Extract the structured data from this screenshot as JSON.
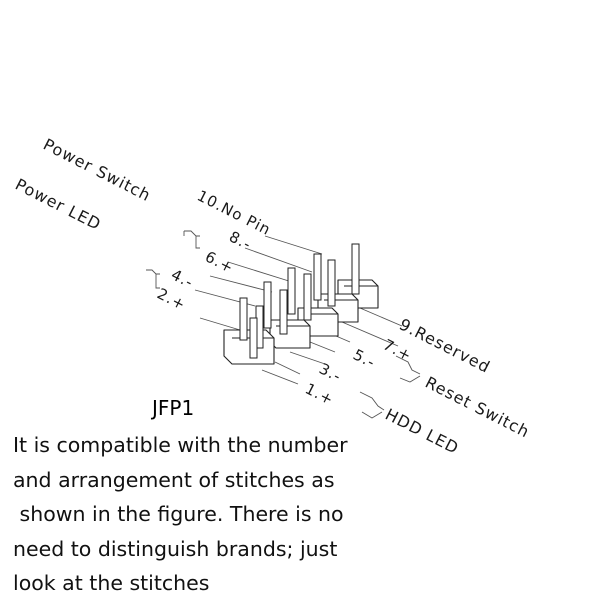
{
  "connector": {
    "name": "JFP1",
    "left_labels": {
      "power_switch": "Power Switch",
      "power_led": "Power LED"
    },
    "right_labels": {
      "reserved": "9.Reserved",
      "reset_switch": "Reset Switch",
      "hdd_led": "HDD LED"
    },
    "top_label": "10.No Pin",
    "pins_upper": [
      "8.-",
      "6.+",
      "4.-",
      "2.+"
    ],
    "pins_lower": [
      "7.+",
      "5.-",
      "3.-",
      "1.+"
    ]
  },
  "description": "It is compatible with the number\nand arrangement of stitches as\n shown in the figure. There is no\nneed to distinguish brands; just\nlook at the stitches",
  "colors": {
    "ink": "#1a1a1a",
    "background": "#ffffff"
  }
}
